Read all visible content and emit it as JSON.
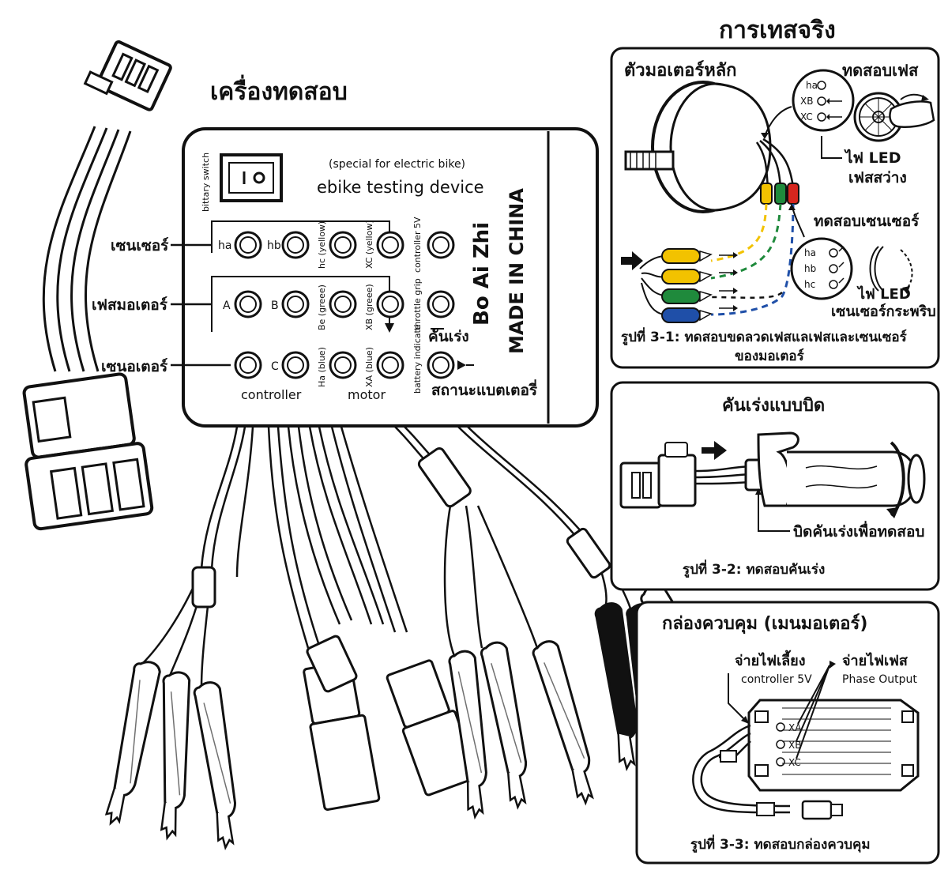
{
  "device": {
    "heading": "เครื่องทดสอบ",
    "subtitle": "(special for electric bike)",
    "title": "ebike testing device",
    "switch_label": "bittary switch",
    "brand": "Bo Ai Zhi",
    "origin": "MADE IN CHINA",
    "callouts": {
      "sensor": "เซนเซอร์",
      "phase_motor": "เฟสมอเตอร์",
      "sensor_motor": "เซนอเตอร์",
      "throttle": "คันเร่ง",
      "battery_status": "สถานะแบตเตอรี่"
    },
    "row1": [
      "ha",
      "hb",
      "hc (yellow)",
      "XC (yellow)",
      "controller 5V"
    ],
    "row2": [
      "A",
      "B",
      "Be (greee)",
      "XB (greee)",
      "throttle grip"
    ],
    "row3": [
      "C",
      "Ha (blue)",
      "XA (blue)",
      "battery indicate"
    ],
    "bottom_labels": [
      "controller",
      "motor"
    ]
  },
  "right": {
    "heading": "การเทสจริง",
    "panel1": {
      "title": "ตัวมอเตอร์หลัก",
      "phase_test": "ทดสอบเฟส",
      "led_phase": [
        "ไฟ LED",
        "เฟสสว่าง"
      ],
      "sensor_test": "ทดสอบเซนเซอร์",
      "phase_leds": [
        "ha",
        "XB",
        "XC"
      ],
      "sensor_leds": [
        "ha",
        "hb",
        "hc"
      ],
      "led_sensor": [
        "ไฟ LED",
        "เซนเซอร์กระพริบ"
      ],
      "caption": [
        "รูปที่ 3-1: ทดสอบขดลวดเฟสแลเฟสและเซนเซอร์",
        "ของมอเตอร์"
      ]
    },
    "panel2": {
      "title": "คันเร่งแบบบิด",
      "note": "บิดคันเร่งเพื่อทดสอบ",
      "caption": "รูปที่ 3-2: ทดสอบคันเร่ง"
    },
    "panel3": {
      "title": "กล่องควบคุม (เมนมอเตอร์)",
      "supply_th": "จ่ายไฟเลี้ยง",
      "supply_en": "controller 5V",
      "phase_th": "จ่ายไฟเฟส",
      "phase_en": "Phase Output",
      "outputs": [
        "XA",
        "XB",
        "XC"
      ],
      "caption": "รูปที่ 3-3: ทดสอบกล่องควบคุม"
    }
  },
  "colors": {
    "ink": "#111111",
    "yellow": "#f2c200",
    "green": "#1f8a3c",
    "blue": "#1f4fa8",
    "red": "#d7261e"
  }
}
